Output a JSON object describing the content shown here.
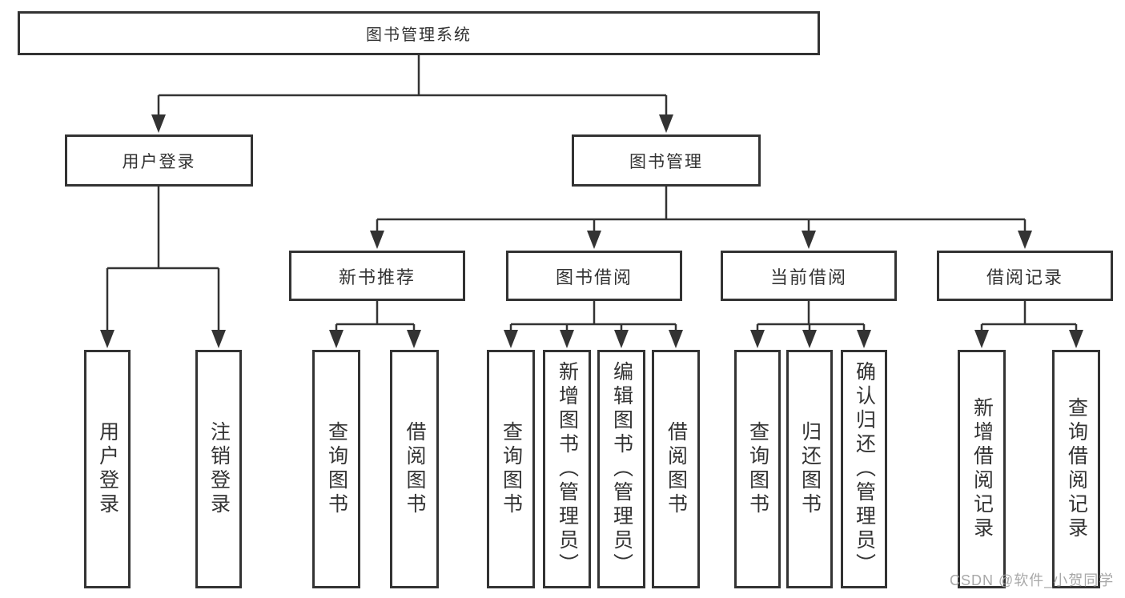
{
  "colors": {
    "line": "#333333",
    "box_border": "#333333",
    "box_fill": "#ffffff",
    "text": "#333333",
    "watermark": "#9e9e9e",
    "background": "#ffffff"
  },
  "nodes": {
    "root": {
      "label": "图书管理系统"
    },
    "user_login_group": {
      "label": "用户登录"
    },
    "book_mgmt": {
      "label": "图书管理"
    },
    "new_book_rec": {
      "label": "新书推荐"
    },
    "book_borrow": {
      "label": "图书借阅"
    },
    "current_borrow": {
      "label": "当前借阅"
    },
    "borrow_record": {
      "label": "借阅记录"
    },
    "leaf_user_login": {
      "label": "用户登录"
    },
    "leaf_logout": {
      "label": "注销登录"
    },
    "leaf_query_book_rec": {
      "label": "查询图书"
    },
    "leaf_borrow_book_rec": {
      "label": "借阅图书"
    },
    "leaf_query_book_borrow": {
      "label": "查询图书"
    },
    "leaf_add_book_admin": {
      "label": "新增图书（管理员）"
    },
    "leaf_edit_book_admin": {
      "label": "编辑图书（管理员）"
    },
    "leaf_borrow_book_borrow": {
      "label": "借阅图书"
    },
    "leaf_query_book_current": {
      "label": "查询图书"
    },
    "leaf_return_book": {
      "label": "归还图书"
    },
    "leaf_confirm_return_admin": {
      "label": "确认归还（管理员）"
    },
    "leaf_add_borrow_record": {
      "label": "新增借阅记录"
    },
    "leaf_query_borrow_record": {
      "label": "查询借阅记录"
    }
  },
  "watermark": {
    "text": "CSDN @软件_小贺同学"
  }
}
